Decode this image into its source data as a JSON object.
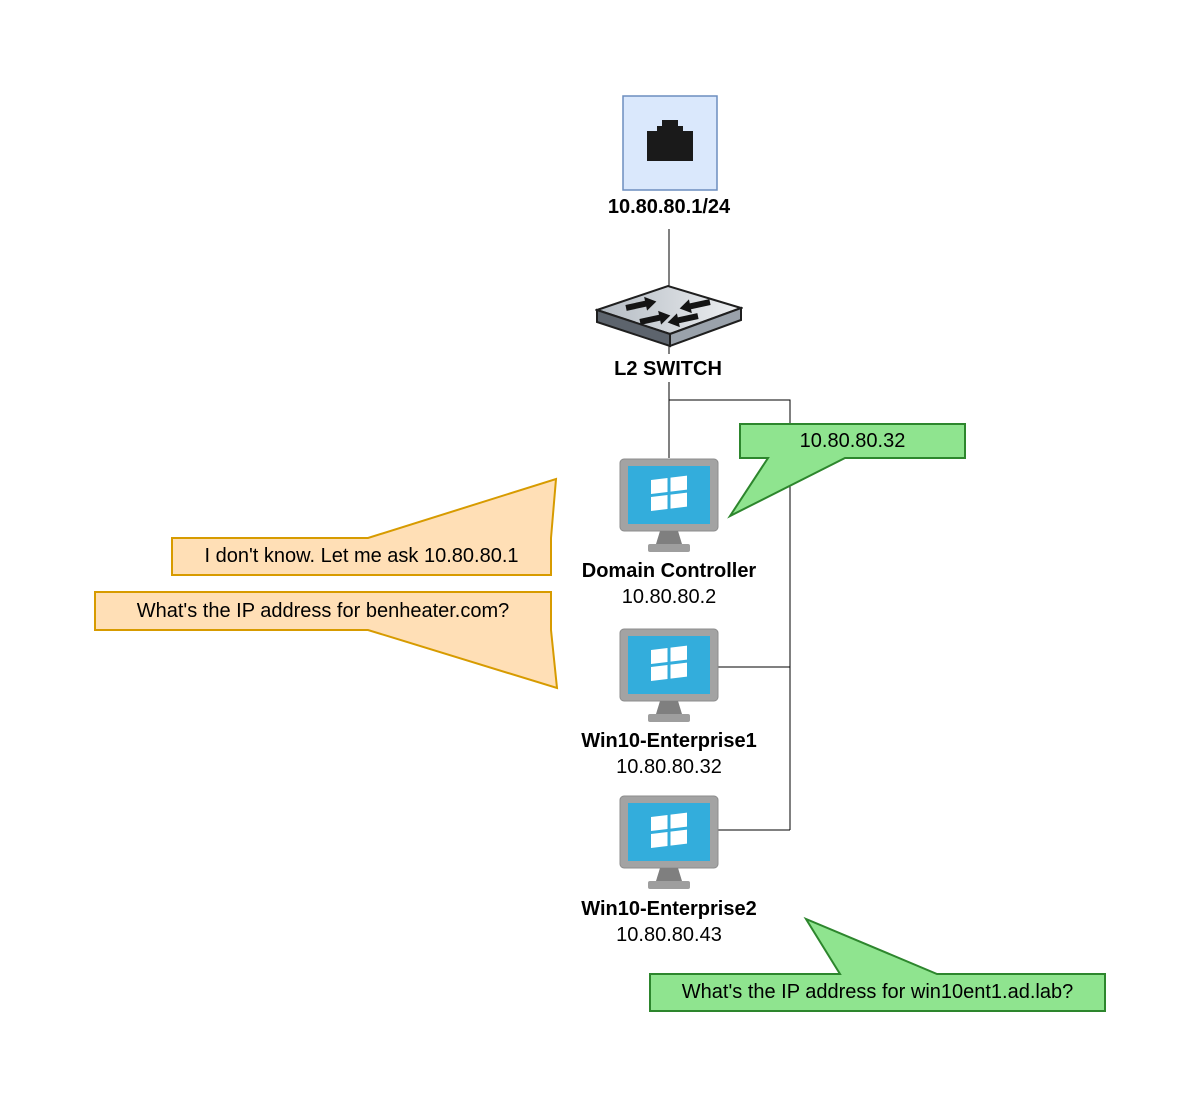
{
  "diagram": {
    "gateway": {
      "label": "10.80.80.1/24"
    },
    "switch": {
      "label": "L2 SWITCH"
    },
    "devices": [
      {
        "name": "Domain Controller",
        "ip": "10.80.80.2"
      },
      {
        "name": "Win10-Enterprise1",
        "ip": "10.80.80.32"
      },
      {
        "name": "Win10-Enterprise2",
        "ip": "10.80.80.43"
      }
    ],
    "callouts": [
      {
        "text": "10.80.80.32",
        "style": "green"
      },
      {
        "text": "I don't know. Let me ask 10.80.80.1",
        "style": "orange"
      },
      {
        "text": "What's the IP address for benheater.com?",
        "style": "orange"
      },
      {
        "text": "What's the IP address for win10ent1.ad.lab?",
        "style": "green"
      }
    ],
    "icons": {
      "gateway": "ethernet-port-icon",
      "switch": "l2-switch-icon",
      "device": "windows-monitor-icon"
    },
    "colors": {
      "green_fill": "#8fe48f",
      "green_border": "#2d862d",
      "orange_fill": "#ffdfb6",
      "orange_border": "#d79b00",
      "line": "#000000",
      "screen_blue": "#33addc",
      "gateway_fill": "#dae8fc",
      "gateway_border": "#6c8ebf"
    }
  }
}
